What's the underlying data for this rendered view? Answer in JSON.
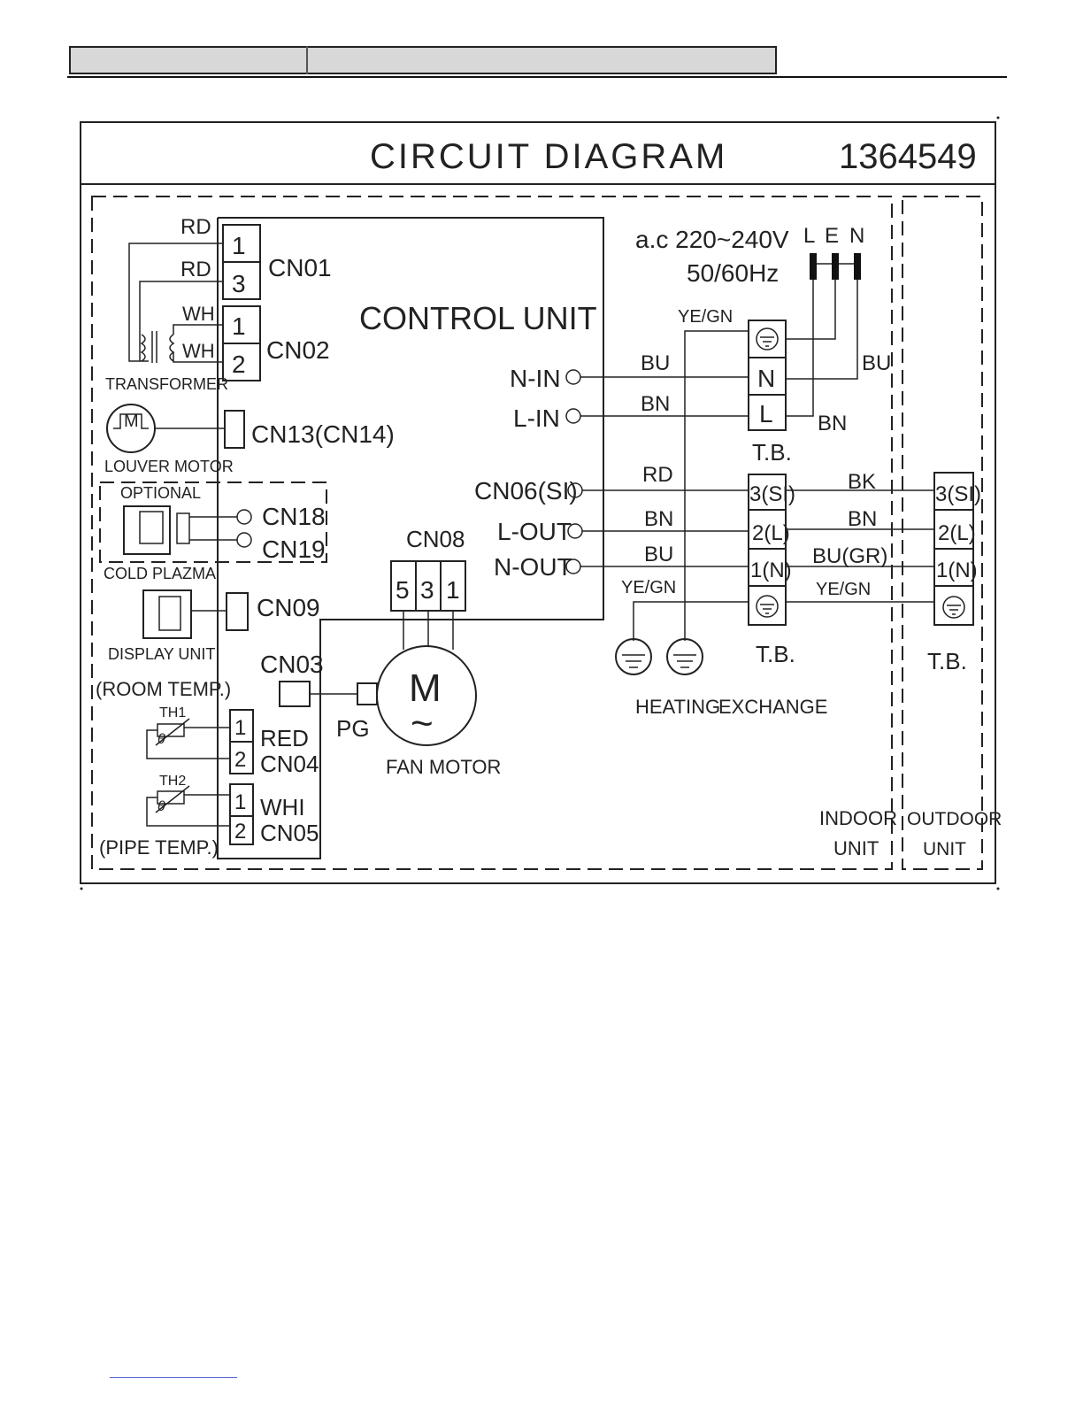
{
  "title": "CIRCUIT DIAGRAM",
  "diagram_number": "1364549",
  "control_unit": "CONTROL UNIT",
  "supply": {
    "voltage": "a.c  220~240V",
    "frequency": "50/60Hz",
    "L": "L",
    "E": "E",
    "N": "N"
  },
  "connectors": {
    "cn01": "CN01",
    "cn02": "CN02",
    "cn13": "CN13(CN14)",
    "cn18": "CN18",
    "cn19": "CN19",
    "cn09": "CN09",
    "cn03": "CN03",
    "cn04": "CN04",
    "cn05": "CN05",
    "cn08": "CN08",
    "cn06": "CN06(SI)",
    "n_in": "N-IN",
    "l_in": "L-IN",
    "l_out": "L-OUT",
    "n_out": "N-OUT"
  },
  "pins": {
    "p1": "1",
    "p2": "2",
    "p3": "3",
    "p5": "5"
  },
  "wires": {
    "rd": "RD",
    "wh": "WH",
    "bu": "BU",
    "bn": "BN",
    "bk": "BK",
    "yegn": "YE/GN",
    "bugr": "BU(GR)",
    "red": "RED",
    "whi": "WHI"
  },
  "components": {
    "transformer": "TRANSFORMER",
    "louver_motor": "LOUVER MOTOR",
    "optional": "OPTIONAL",
    "cold_plazma": "COLD PLAZMA",
    "display_unit": "DISPLAY UNIT",
    "room_temp": "(ROOM TEMP.)",
    "pipe_temp": "(PIPE TEMP.)",
    "th1": "TH1",
    "th2": "TH2",
    "theta": "θ",
    "pg": "PG",
    "fan_motor": "FAN MOTOR",
    "motor_m": "M",
    "motor_tilde": "~",
    "louver_m": "M",
    "heating": "HEATING",
    "exchange": "EXCHANGE",
    "tb": "T.B."
  },
  "terminals": {
    "n": "N",
    "l": "L",
    "t3": "3(SI)",
    "t2": "2(L)",
    "t1": "1(N)"
  },
  "units": {
    "indoor_1": "INDOOR",
    "indoor_2": "UNIT",
    "outdoor_1": "OUTDOOR",
    "outdoor_2": "UNIT"
  }
}
